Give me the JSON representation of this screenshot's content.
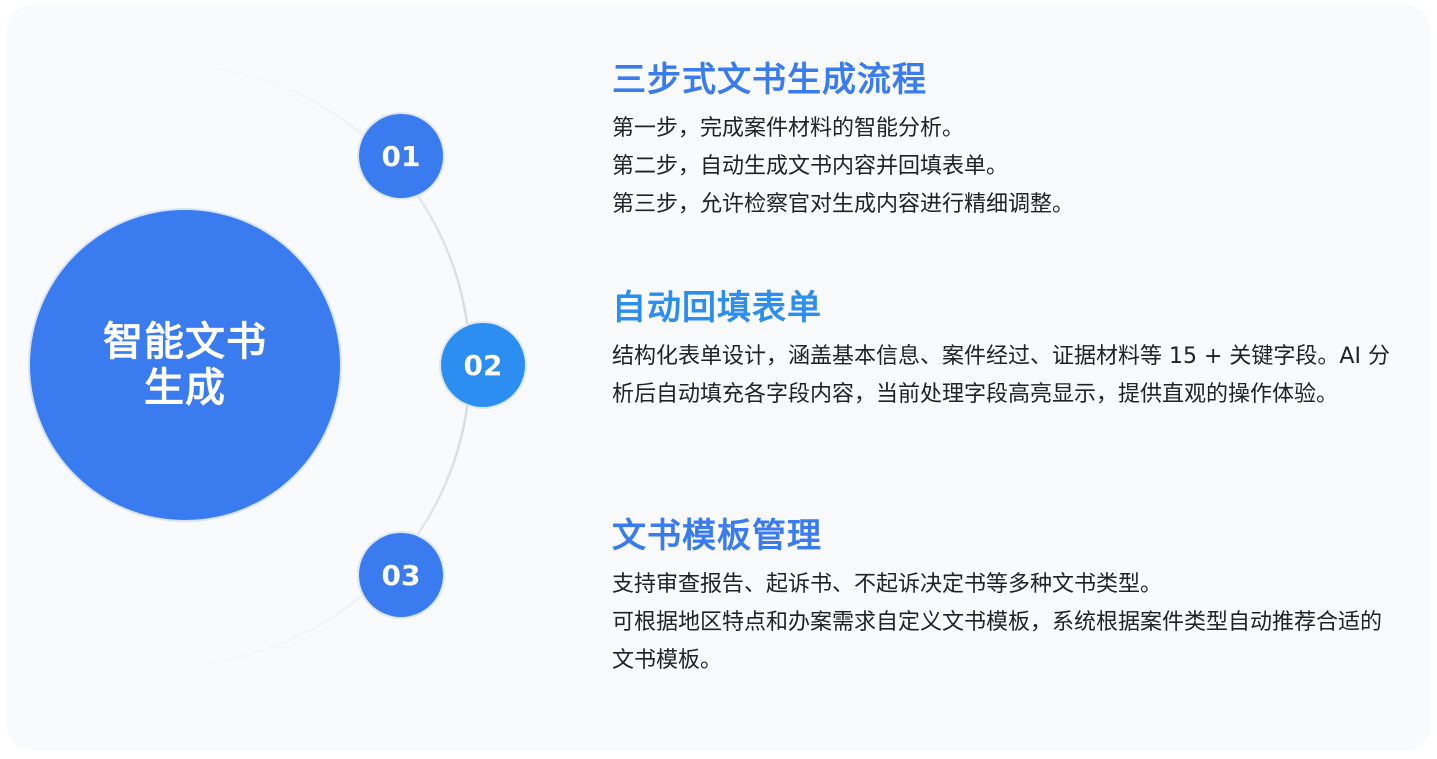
{
  "colors": {
    "card_background": "#f8fafc",
    "hub": "#3b7bf0",
    "step_1": "#3b7bf0",
    "step_2": "#2b8ef0",
    "step_3": "#3b7bf0",
    "title_1": "#3b7bf0",
    "title_2": "#2b8ef0",
    "title_3": "#3b7bf0",
    "arc": "#dcdfe4",
    "body_text": "#222222"
  },
  "hub": {
    "title": "智能文书生成"
  },
  "steps": [
    {
      "number": "01"
    },
    {
      "number": "02"
    },
    {
      "number": "03"
    }
  ],
  "sections": [
    {
      "title": "三步式文书生成流程",
      "lines": [
        "第一步，完成案件材料的智能分析。",
        "第二步，自动生成文书内容并回填表单。",
        "第三步，允许检察官对生成内容进行精细调整。"
      ]
    },
    {
      "title": "自动回填表单",
      "lines": [
        "结构化表单设计，涵盖基本信息、案件经过、证据材料等 15 + 关键字段。AI 分析后自动填充各字段内容，当前处理字段高亮显示，提供直观的操作体验。"
      ]
    },
    {
      "title": "文书模板管理",
      "lines": [
        "支持审查报告、起诉书、不起诉决定书等多种文书类型。",
        "可根据地区特点和办案需求自定义文书模板，系统根据案件类型自动推荐合适的文书模板。"
      ]
    }
  ]
}
